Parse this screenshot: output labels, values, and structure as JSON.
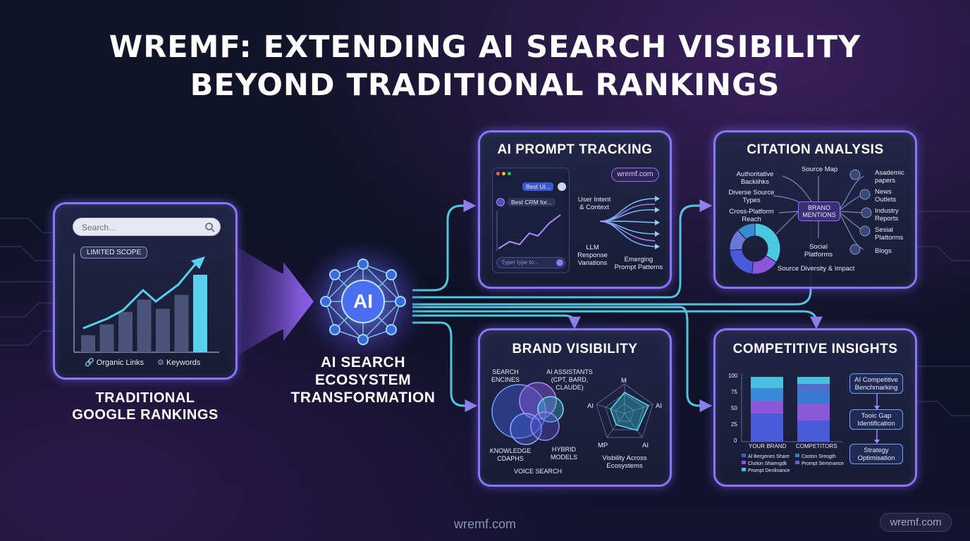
{
  "title_line1": "WREMF: EXTENDING AI SEARCH VISIBILITY",
  "title_line2": "BEYOND TRADITIONAL RANKINGS",
  "traditional": {
    "search_placeholder": "Search...",
    "badge": "LIMITED SCOPE",
    "organic_links": "Organic Links",
    "keywords": "Keywords",
    "caption_line1": "TRADITIONAL",
    "caption_line2": "GOOGLE RANKINGS",
    "bars": [
      0.22,
      0.36,
      0.52,
      0.68,
      0.56,
      0.74,
      1.0
    ]
  },
  "hub": {
    "core": "AI",
    "caption_line1": "AI SEARCH",
    "caption_line2": "ECOSYSTEM",
    "caption_line3": "TRANSFORMATION"
  },
  "prompt_tracking": {
    "title": "AI PROMPT TRACKING",
    "badge": "wremf.com",
    "chat_user": "Best Ul...",
    "chat_bot": "Best CRM for...",
    "input_placeholder": "Typer type to...",
    "intent_line1": "User Intent",
    "intent_line2": "& Context",
    "llm_line1": "LLM",
    "llm_line2": "Response",
    "llm_line3": "Variations",
    "emerging_line1": "Emerging",
    "emerging_line2": "Prompt Patterns"
  },
  "citation": {
    "title": "CITATION ANALYSIS",
    "center_line1": "BRANO",
    "center_line2": "MENTIONS",
    "source_map": "Source Map",
    "auth_line1": "Authoritative",
    "auth_line2": "Backiihks",
    "diverse_line1": "Diverse Source",
    "diverse_line2": "Types",
    "cross_line1": "Cross-Platform",
    "cross_line2": "Reach",
    "social_line1": "Social",
    "social_line2": "Platforms",
    "diversity": "Source Diversity & Impact",
    "right_items": [
      {
        "line1": "Asademic",
        "line2": "papers"
      },
      {
        "line1": "News",
        "line2": "Outlets"
      },
      {
        "line1": "Industry",
        "line2": "Reports"
      },
      {
        "line1": "Sesial",
        "line2": "Plattorms"
      },
      {
        "line1": "Blogs",
        "line2": ""
      }
    ]
  },
  "brand": {
    "title": "BRAND VISIBILITY",
    "search_line1": "SEARCH",
    "search_line2": "ENCINES",
    "ai_line1": "AI ASSISTANTS",
    "ai_line2": "(CPT, BARD,",
    "ai_line3": "CLAUDE)",
    "kg_line1": "KNOWLEDGE",
    "kg_line2": "CDAPHS",
    "hybrid_line1": "HYBRID",
    "hybrid_line2": "MODELS",
    "voice": "VOICE SEARCH",
    "radar_top": "M",
    "radar_left": "AI",
    "radar_right": "AI",
    "radar_bl": "MP",
    "radar_br": "AI",
    "vis_line1": "Visbility Across",
    "vis_line2": "Ecosystems"
  },
  "competitive": {
    "title": "COMPETITIVE INSIGHTS",
    "y_ticks": [
      "100",
      "75",
      "50",
      "25",
      "0"
    ],
    "col1": "YOUR BRAND",
    "col2": "COMPETITORS",
    "step1_line1": "AI Competitive",
    "step1_line2": "Benchmarking",
    "step2_line1": "Tooic Gap",
    "step2_line2": "Identification",
    "step3_line1": "Strategy",
    "step3_line2": "Optimisation",
    "legend": [
      "Al Bergenes Share",
      "Caston Sreogth",
      "Clution Shaengdk",
      "Prompt Semmance",
      "Prompt Denlinance"
    ]
  },
  "footer_center": "wremf.com",
  "footer_right": "wremf.com",
  "colors": {
    "accent_purple": "#8f73ff",
    "accent_cyan": "#5ad8f0",
    "accent_blue": "#5a7cf0"
  }
}
